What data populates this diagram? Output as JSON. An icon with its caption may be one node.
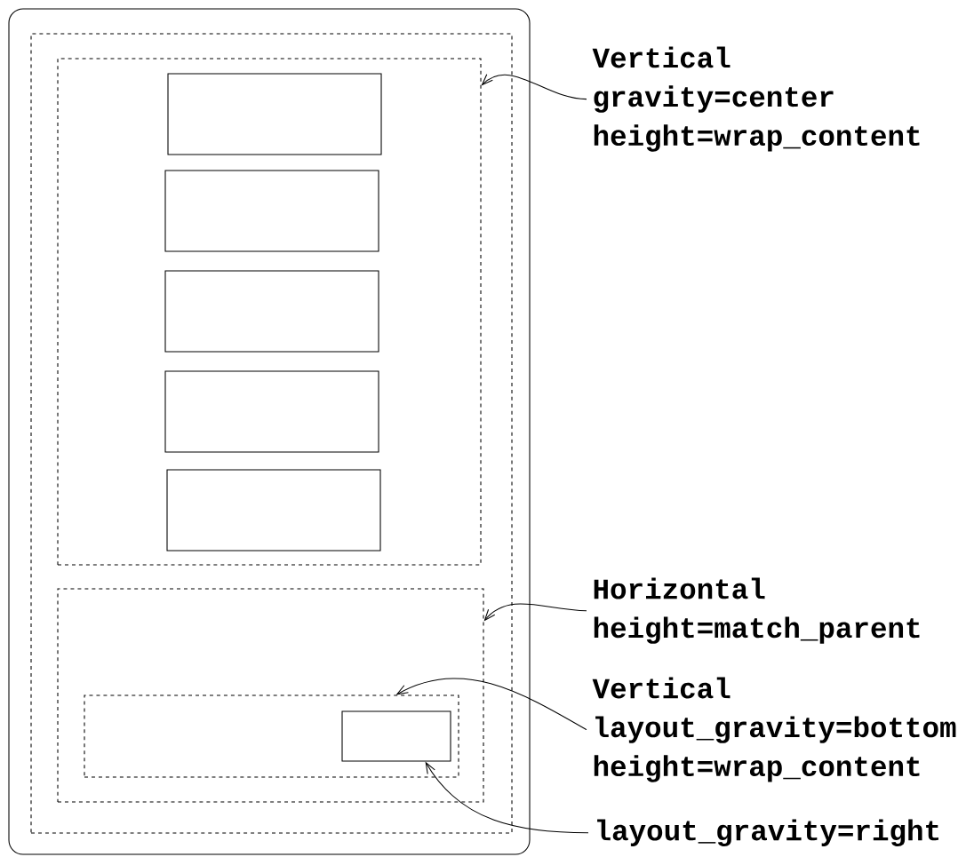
{
  "diagram": {
    "nodes": [
      {
        "text": [],
        "shape": "box"
      },
      {
        "text": [],
        "shape": "box",
        "in": 0
      },
      {
        "text": [],
        "shape": "box",
        "in": 1
      },
      {
        "text": [],
        "shape": "box",
        "in": 2
      },
      {
        "text": [],
        "shape": "box",
        "in": 2
      },
      {
        "text": [],
        "shape": "box",
        "in": 2
      },
      {
        "text": [],
        "shape": "box",
        "in": 2
      },
      {
        "text": [],
        "shape": "box",
        "in": 2
      },
      {
        "text": [],
        "shape": "box",
        "in": 1
      },
      {
        "text": [],
        "shape": "box",
        "in": 8
      },
      {
        "text": [],
        "shape": "box",
        "in": 9
      },
      {
        "text": [
          "Vertical",
          "gravity=center",
          "height=wrap_content"
        ]
      },
      {
        "text": [
          "Horizontal",
          "height=match_parent"
        ]
      },
      {
        "text": [
          "Vertical",
          "layout_gravity=bottom",
          "height=wrap_content"
        ]
      },
      {
        "text": [
          "layout_gravity=right"
        ]
      }
    ],
    "edges": [
      {
        "from": 11,
        "to": 2,
        "arrow": "to"
      },
      {
        "from": 12,
        "to": 8,
        "arrow": "to"
      },
      {
        "from": 13,
        "to": 9,
        "arrow": "to"
      },
      {
        "from": 14,
        "to": 10,
        "arrow": "to"
      }
    ]
  }
}
